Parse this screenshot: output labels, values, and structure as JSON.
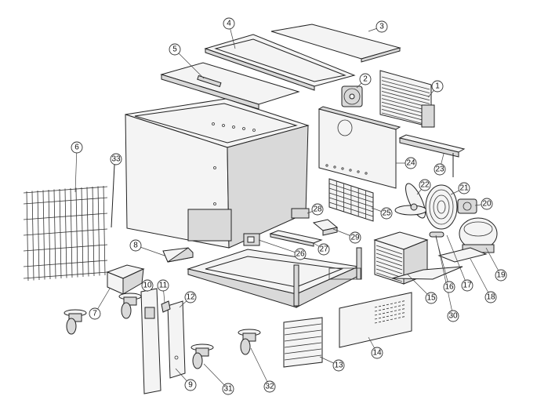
{
  "callouts": [
    {
      "id": "c1",
      "label": "1"
    },
    {
      "id": "c2",
      "label": "2"
    },
    {
      "id": "c3",
      "label": "3"
    },
    {
      "id": "c4",
      "label": "4"
    },
    {
      "id": "c5",
      "label": "5"
    },
    {
      "id": "c6",
      "label": "6"
    },
    {
      "id": "c7",
      "label": "7"
    },
    {
      "id": "c8",
      "label": "8"
    },
    {
      "id": "c9",
      "label": "9"
    },
    {
      "id": "c10",
      "label": "10"
    },
    {
      "id": "c11",
      "label": "11"
    },
    {
      "id": "c12",
      "label": "12"
    },
    {
      "id": "c13",
      "label": "13"
    },
    {
      "id": "c14",
      "label": "14"
    },
    {
      "id": "c15",
      "label": "15"
    },
    {
      "id": "c16",
      "label": "16"
    },
    {
      "id": "c17",
      "label": "17"
    },
    {
      "id": "c18",
      "label": "18"
    },
    {
      "id": "c19",
      "label": "19"
    },
    {
      "id": "c20",
      "label": "20"
    },
    {
      "id": "c21",
      "label": "21"
    },
    {
      "id": "c22",
      "label": "22"
    },
    {
      "id": "c23",
      "label": "23"
    },
    {
      "id": "c24",
      "label": "24"
    },
    {
      "id": "c25",
      "label": "25"
    },
    {
      "id": "c26",
      "label": "26"
    },
    {
      "id": "c27",
      "label": "27"
    },
    {
      "id": "c28",
      "label": "28"
    },
    {
      "id": "c29",
      "label": "29"
    },
    {
      "id": "c30",
      "label": "30"
    },
    {
      "id": "c31",
      "label": "31"
    },
    {
      "id": "c32",
      "label": "32"
    },
    {
      "id": "c33",
      "label": "33"
    }
  ]
}
